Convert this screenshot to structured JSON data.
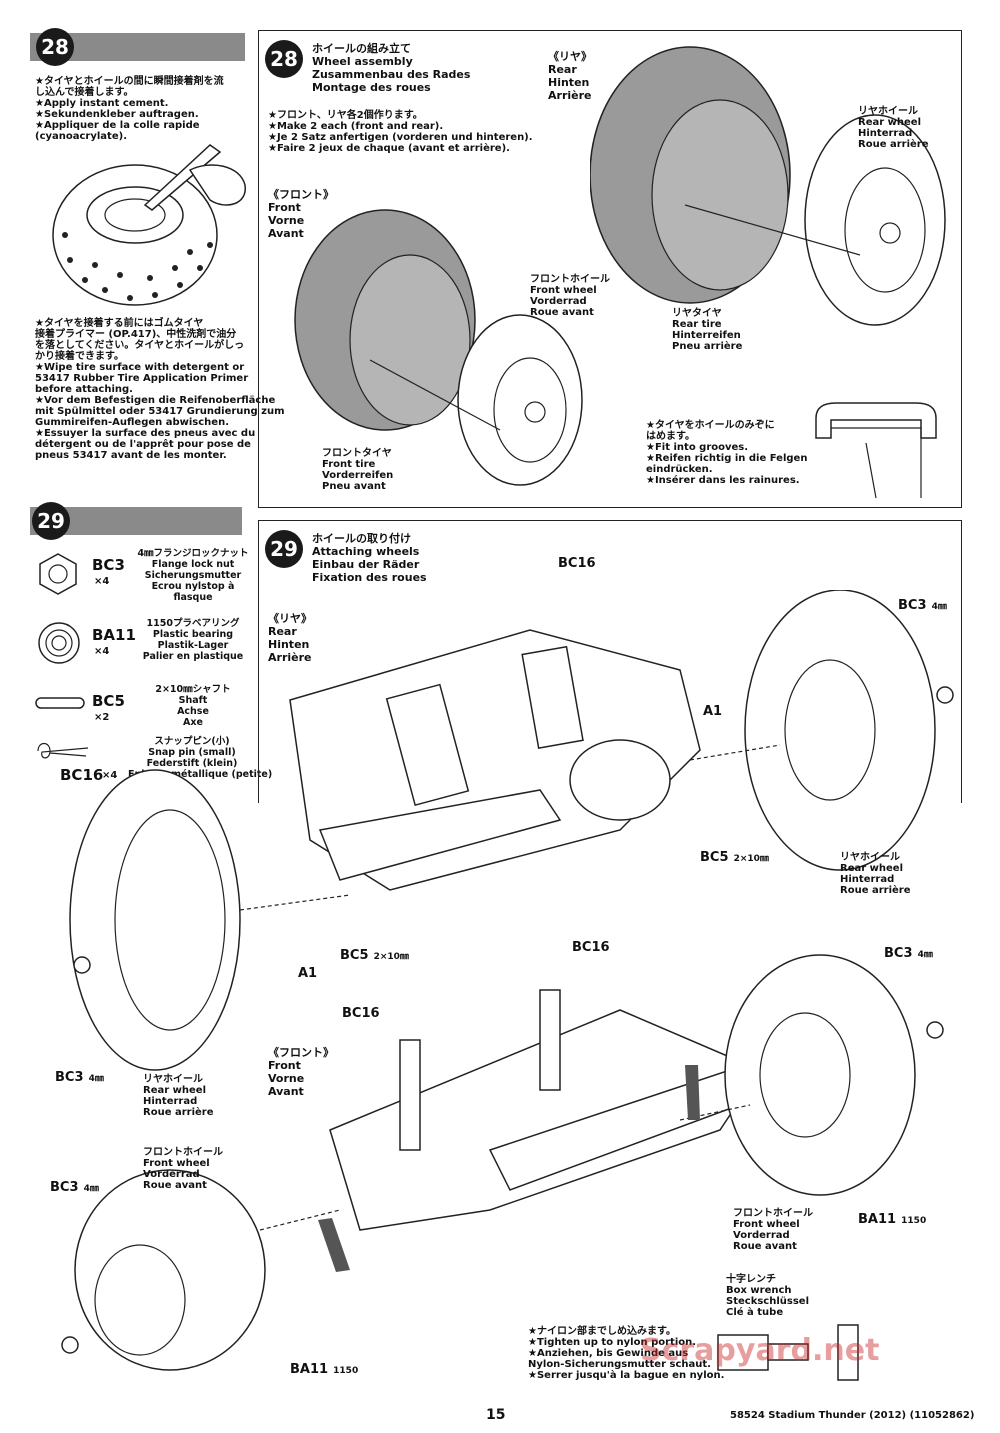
{
  "step28_side": {
    "number": "28",
    "note1": [
      "★タイヤとホイールの間に瞬間接着剤を流",
      "し込んで接着します。",
      "★Apply instant cement.",
      "★Sekundenkleber auftragen.",
      "★Appliquer de la colle rapide",
      "(cyanoacrylate)."
    ],
    "note2": [
      "★タイヤを接着する前にはゴムタイヤ",
      "接着プライマー (OP.417)、中性洗剤で油分",
      "を落としてください。タイヤとホイールがしっ",
      "かり接着できます。",
      "★Wipe tire surface with detergent or",
      "53417 Rubber Tire Application Primer",
      "before attaching.",
      "★Vor dem Befestigen die Reifenoberfläche",
      "mit Spülmittel oder 53417 Grundierung zum",
      "Gummireifen-Auflegen abwischen.",
      "★Essuyer la surface des pneus avec du",
      "détergent ou de l'apprêt pour pose de",
      "pneus 53417 avant de les monter."
    ]
  },
  "step28_main": {
    "number": "28",
    "title": [
      "ホイールの組み立て",
      "Wheel assembly",
      "Zusammenbau des Rades",
      "Montage des roues"
    ],
    "make2": [
      "★フロント、リヤ各2個作ります。",
      "★Make 2 each (front and rear).",
      "★Je 2 Satz anfertigen (vorderen und hinteren).",
      "★Faire 2 jeux de chaque (avant et arrière)."
    ],
    "front_label": [
      "《フロント》",
      "Front",
      "Vorne",
      "Avant"
    ],
    "rear_label": [
      "《リヤ》",
      "Rear",
      "Hinten",
      "Arrière"
    ],
    "front_wheel": [
      "フロントホイール",
      "Front wheel",
      "Vorderrad",
      "Roue avant"
    ],
    "front_tire": [
      "フロントタイヤ",
      "Front tire",
      "Vorderreifen",
      "Pneu avant"
    ],
    "rear_wheel": [
      "リヤホイール",
      "Rear wheel",
      "Hinterrad",
      "Roue arrière"
    ],
    "rear_tire": [
      "リヤタイヤ",
      "Rear tire",
      "Hinterreifen",
      "Pneu arrière"
    ],
    "grooves": [
      "★タイヤをホイールのみぞに",
      "はめます。",
      "★Fit into grooves.",
      "★Reifen richtig in die Felgen",
      "eindrücken.",
      "★Insérer dans les rainures."
    ]
  },
  "step29_side": {
    "number": "29",
    "parts": [
      {
        "code": "BC3",
        "qty": "×4",
        "desc": [
          "4㎜フランジロックナット",
          "Flange lock nut",
          "Sicherungsmutter",
          "Ecrou nylstop à",
          "flasque"
        ]
      },
      {
        "code": "BA11",
        "qty": "×4",
        "desc": [
          "1150プラベアリング",
          "Plastic bearing",
          "Plastik-Lager",
          "Palier en plastique"
        ]
      },
      {
        "code": "BC5",
        "qty": "×2",
        "desc": [
          "2×10㎜シャフト",
          "Shaft",
          "Achse",
          "Axe"
        ]
      },
      {
        "code": "BC16",
        "qty": "×4",
        "desc": [
          "スナップピン(小)",
          "Snap pin (small)",
          "Federstift (klein)",
          "Epingle métallique (petite)"
        ]
      }
    ]
  },
  "step29_main": {
    "number": "29",
    "title": [
      "ホイールの取り付け",
      "Attaching wheels",
      "Einbau der Räder",
      "Fixation des roues"
    ],
    "rear_label": [
      "《リヤ》",
      "Rear",
      "Hinten",
      "Arrière"
    ],
    "front_label": [
      "《フロント》",
      "Front",
      "Vorne",
      "Avant"
    ],
    "bc16": "BC16",
    "bc3": "BC3",
    "bc3_unit": "4㎜",
    "a1": "A1",
    "bc5": "BC5",
    "bc5_unit": "2×10㎜",
    "ba11": "BA11",
    "ba11_unit": "1150",
    "rear_wheel": [
      "リヤホイール",
      "Rear wheel",
      "Hinterrad",
      "Roue arrière"
    ],
    "front_wheel": [
      "フロントホイール",
      "Front wheel",
      "Vorderrad",
      "Roue avant"
    ],
    "box_wrench": [
      "十字レンチ",
      "Box wrench",
      "Steckschlüssel",
      "Clé à tube"
    ],
    "tighten": [
      "★ナイロン部までしめ込みます。",
      "★Tighten up to nylon portion.",
      "★Anziehen, bis Gewinde aus",
      "Nylon-Sicherungsmutter schaut.",
      "★Serrer jusqu'à la bague en nylon."
    ]
  },
  "footer": {
    "page": "15",
    "doc": "58524  Stadium Thunder (2012) (11052862)",
    "watermark": "Scrapyard.net"
  }
}
